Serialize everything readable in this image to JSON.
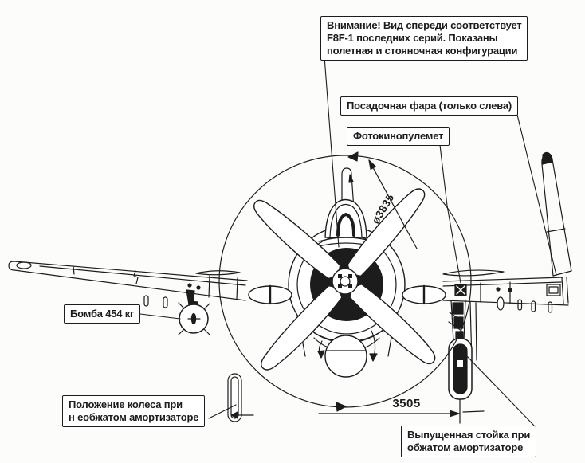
{
  "figure": {
    "title_semantic": "F8F front-view technical drawing",
    "paper_color": "#fcfcfa",
    "ink_color": "#1c1c1c"
  },
  "callouts": {
    "attention": {
      "lines": [
        "Внимание! Вид спереди соответствует",
        "F8F-1 последних серий. Показаны",
        "полетная и стояночная конфигурации"
      ]
    },
    "landing_light": {
      "label": "Посадочная фара (только слева)"
    },
    "gun_camera": {
      "label": "Фотокинопулемет"
    },
    "bomb": {
      "label": "Бомба 454 кг"
    },
    "wheel_position": {
      "lines": [
        "Положение колеса при",
        "н еобжатом амортизаторе"
      ]
    },
    "extended_strut": {
      "lines": [
        "Выпущенная стойка при",
        "обжатом амортизаторе"
      ]
    }
  },
  "dimensions": {
    "propeller_diameter": "ø3835",
    "wheel_track": "3505"
  }
}
